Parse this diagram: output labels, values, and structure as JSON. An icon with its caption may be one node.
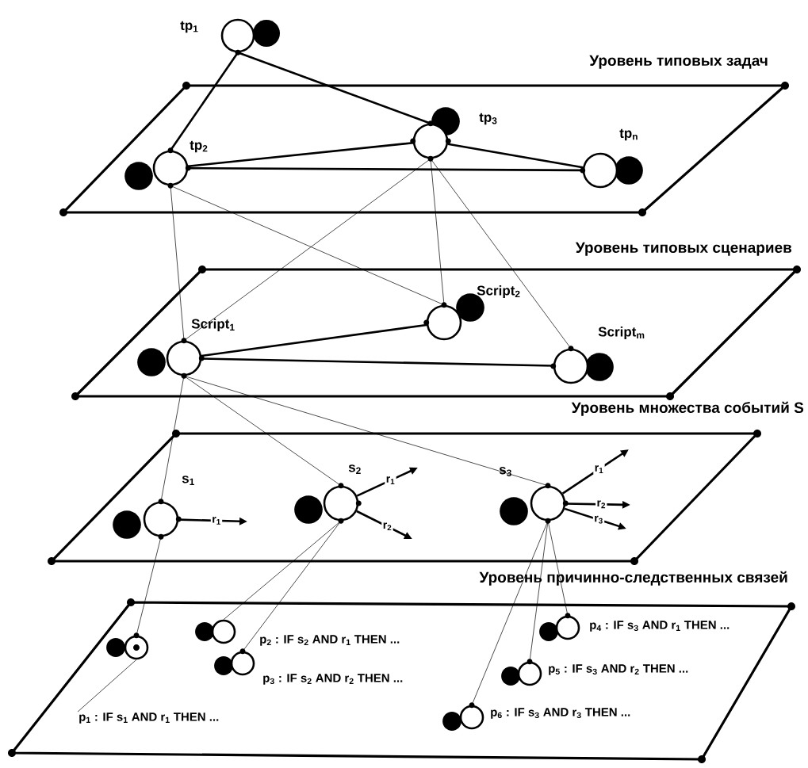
{
  "diagram": {
    "nodes": [
      {
        "text": [
          "Уровень типовых задач"
        ]
      },
      {
        "text": [
          "tp$_{1}$"
        ]
      },
      {
        "text": [
          "tp$_{2}$"
        ],
        "in": 0
      },
      {
        "text": [
          "tp$_{3}$"
        ],
        "in": 0
      },
      {
        "text": [
          "tp$_{n}$"
        ],
        "in": 0
      },
      {
        "text": [
          "Уровень типовых сценариев"
        ]
      },
      {
        "text": [
          "Script$_{1}$"
        ],
        "in": 5
      },
      {
        "text": [
          "Script$_{2}$"
        ],
        "in": 5
      },
      {
        "text": [
          "Script$_{m}$"
        ],
        "in": 5
      },
      {
        "text": [
          "Уровень множества событий S"
        ]
      },
      {
        "text": [
          "s$_{1}$"
        ],
        "in": 9
      },
      {
        "text": [
          "s$_{2}$"
        ],
        "in": 9
      },
      {
        "text": [
          "s$_{3}$"
        ],
        "in": 9
      },
      {
        "text": [
          "Уровень причинно-следственных связей"
        ]
      },
      {
        "text": [],
        "shape": "circle",
        "in": 13
      },
      {
        "text": [
          "p$_{1}$ : IF s$_{1}$ AND r$_{1}$ THEN ..."
        ],
        "in": 13
      },
      {
        "text": [
          "p$_{2}$ : IF s$_{2}$ AND r$_{1}$ THEN ..."
        ],
        "in": 13
      },
      {
        "text": [
          "p$_{3}$ : IF s$_{2}$ AND r$_{2}$ THEN ..."
        ],
        "in": 13
      },
      {
        "text": [
          "p$_{4}$ : IF s$_{3}$ AND r$_{1}$ THEN ..."
        ],
        "in": 13
      },
      {
        "text": [
          "p$_{5}$ : IF s$_{3}$ AND r$_{2}$ THEN ..."
        ],
        "in": 13
      },
      {
        "text": [
          "p$_{6}$ : IF s$_{3}$ AND r$_{3}$ THEN ..."
        ],
        "in": 13
      }
    ],
    "edges": [
      {
        "from": 1,
        "to": 2,
        "arrow": "none",
        "style": "thick"
      },
      {
        "from": 1,
        "to": 3,
        "arrow": "none",
        "style": "thick"
      },
      {
        "from": 2,
        "to": 3,
        "arrow": "none",
        "style": "thick"
      },
      {
        "from": 2,
        "to": 4,
        "arrow": "none",
        "style": "thick"
      },
      {
        "from": 3,
        "to": 4,
        "arrow": "none",
        "style": "thick"
      },
      {
        "from": 2,
        "to": 6,
        "arrow": "none"
      },
      {
        "from": 2,
        "to": 7,
        "arrow": "none"
      },
      {
        "from": 3,
        "to": 6,
        "arrow": "none"
      },
      {
        "from": 3,
        "to": 7,
        "arrow": "none"
      },
      {
        "from": 3,
        "to": 8,
        "arrow": "none"
      },
      {
        "from": 6,
        "to": 7,
        "arrow": "none",
        "style": "thick"
      },
      {
        "from": 6,
        "to": 8,
        "arrow": "none",
        "style": "thick"
      },
      {
        "from": 6,
        "to": 10,
        "arrow": "none"
      },
      {
        "from": 6,
        "to": 11,
        "arrow": "none"
      },
      {
        "from": 6,
        "to": 12,
        "arrow": "none"
      },
      {
        "from": 10,
        "to": 14,
        "arrow": "none"
      },
      {
        "from": 14,
        "to": 15,
        "arrow": "none"
      },
      {
        "from": 11,
        "to": 16,
        "arrow": "none"
      },
      {
        "from": 11,
        "to": 17,
        "arrow": "none"
      },
      {
        "from": 12,
        "to": 18,
        "arrow": "none"
      },
      {
        "from": 12,
        "to": 19,
        "arrow": "none"
      },
      {
        "from": 12,
        "to": 20,
        "arrow": "none"
      },
      {
        "from": 10,
        "to": null,
        "arrow": "to",
        "style": "thick",
        "label": "r$_{1}$"
      },
      {
        "from": 11,
        "to": null,
        "arrow": "to",
        "style": "thick",
        "label": "r$_{1}$"
      },
      {
        "from": 11,
        "to": null,
        "arrow": "to",
        "style": "thick",
        "label": "r$_{2}$"
      },
      {
        "from": 12,
        "to": null,
        "arrow": "to",
        "style": "thick",
        "label": "r$_{1}$"
      },
      {
        "from": 12,
        "to": null,
        "arrow": "to",
        "style": "thick",
        "label": "r$_{2}$"
      },
      {
        "from": 12,
        "to": null,
        "arrow": "to",
        "style": "thick",
        "label": "r$_{3}$"
      }
    ]
  }
}
